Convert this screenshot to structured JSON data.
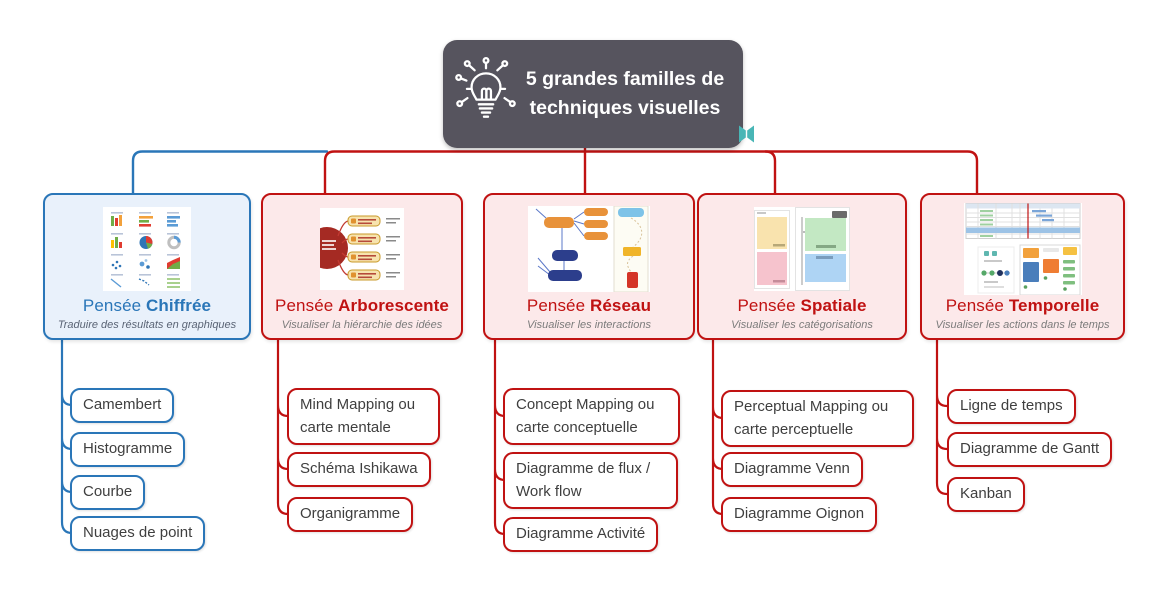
{
  "colors": {
    "blue": "#2a76b8",
    "blue-fill": "#e9f1fb",
    "red": "#c01212",
    "red-fill": "#fce9ea",
    "node-bg": "#56545e",
    "node-text": "#ffffff",
    "child-text": "#3f3f3f",
    "subtitle-gray": "#7b7b7b",
    "subtitle-blue": "#5a6475",
    "watermark-teal": "#49b6b6"
  },
  "central": {
    "title": "5 grandes familles de techniques visuelles",
    "icon": "idea-lightbulb-icon"
  },
  "watermark": {
    "icon": "mindomo-butterfly-logo",
    "color": "#49b6b6"
  },
  "branches": [
    {
      "title_prefix": "Pensée",
      "title_bold": "Chiffrée",
      "subtitle": "Traduire des résultats en graphiques",
      "thumbnail": "chart-gallery-thumbnail",
      "children": [
        "Camembert",
        "Histogramme",
        "Courbe",
        "Nuages de point"
      ]
    },
    {
      "title_prefix": "Pensée",
      "title_bold": "Arborescente",
      "subtitle": "Visualiser la hiérarchie des idées",
      "thumbnail": "mindmap-thumbnail",
      "children": [
        "Mind Mapping ou carte mentale",
        "Schéma Ishikawa",
        "Organigramme"
      ]
    },
    {
      "title_prefix": "Pensée",
      "title_bold": "Réseau",
      "subtitle": "Visualiser les interactions",
      "thumbnail": "concept-map-flowchart-thumbnail",
      "children": [
        "Concept Mapping ou carte conceptuelle",
        "Diagramme de flux / Work flow",
        "Diagramme Activité"
      ]
    },
    {
      "title_prefix": "Pensée",
      "title_bold": "Spatiale",
      "subtitle": "Visualiser les catégorisations",
      "thumbnail": "quadrant-map-thumbnail",
      "children": [
        "Perceptual Mapping ou carte perceptuelle",
        "Diagramme Venn",
        "Diagramme Oignon"
      ]
    },
    {
      "title_prefix": "Pensée",
      "title_bold": "Temporelle",
      "subtitle": "Visualiser les actions dans le temps",
      "thumbnail": "gantt-kanban-thumbnail",
      "children": [
        "Ligne de temps",
        "Diagramme de Gantt",
        "Kanban"
      ]
    }
  ]
}
